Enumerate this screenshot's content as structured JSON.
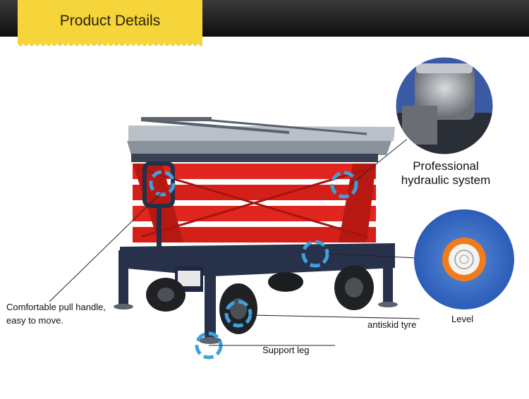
{
  "header": {
    "title": "Product Details",
    "accent_color": "#f5d53a",
    "bar_color": "#1a1a1a"
  },
  "callouts": {
    "hydraulic": {
      "line1": "Professional",
      "line2": "hydraulic system"
    },
    "level": {
      "label": "Level"
    },
    "handle": {
      "line1": "Comfortable pull handle,",
      "line2": "easy to move."
    },
    "tyre": {
      "label": "antiskid tyre"
    },
    "support_leg": {
      "label": "Support leg"
    }
  },
  "colors": {
    "scissor_red": "#e0261f",
    "chassis_navy": "#27324a",
    "marker_blue": "#3fa1dc",
    "level_orange": "#f27c1c"
  }
}
